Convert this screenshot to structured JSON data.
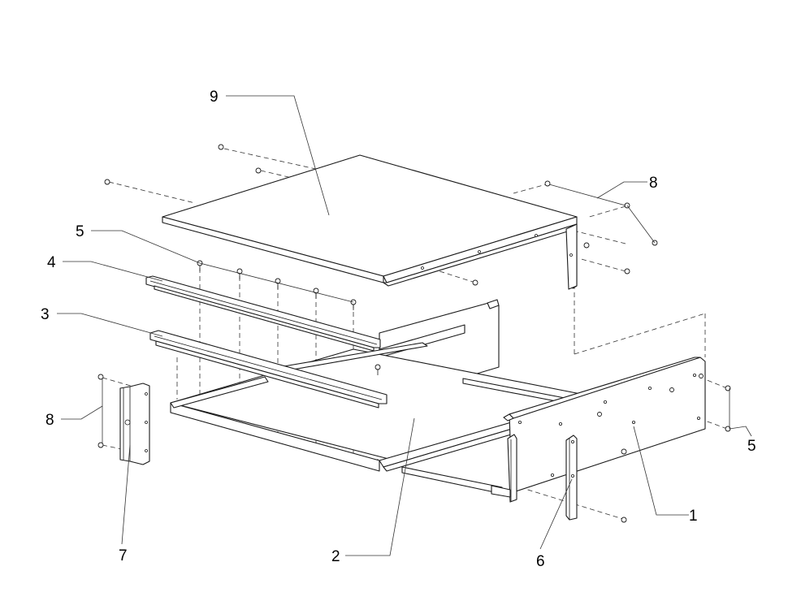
{
  "callouts": [
    {
      "id": "cover",
      "number": "9"
    },
    {
      "id": "chassis-side",
      "number": "1"
    },
    {
      "id": "drawer-tray",
      "number": "2"
    },
    {
      "id": "slide-rail-lower",
      "number": "3"
    },
    {
      "id": "slide-rail-upper",
      "number": "4"
    },
    {
      "id": "screws-rail",
      "number": "5"
    },
    {
      "id": "screws-side",
      "number": "5"
    },
    {
      "id": "front-bracket",
      "number": "6"
    },
    {
      "id": "side-bracket",
      "number": "7"
    },
    {
      "id": "screws-cover",
      "number": "8"
    },
    {
      "id": "screws-bracket",
      "number": "8"
    }
  ]
}
